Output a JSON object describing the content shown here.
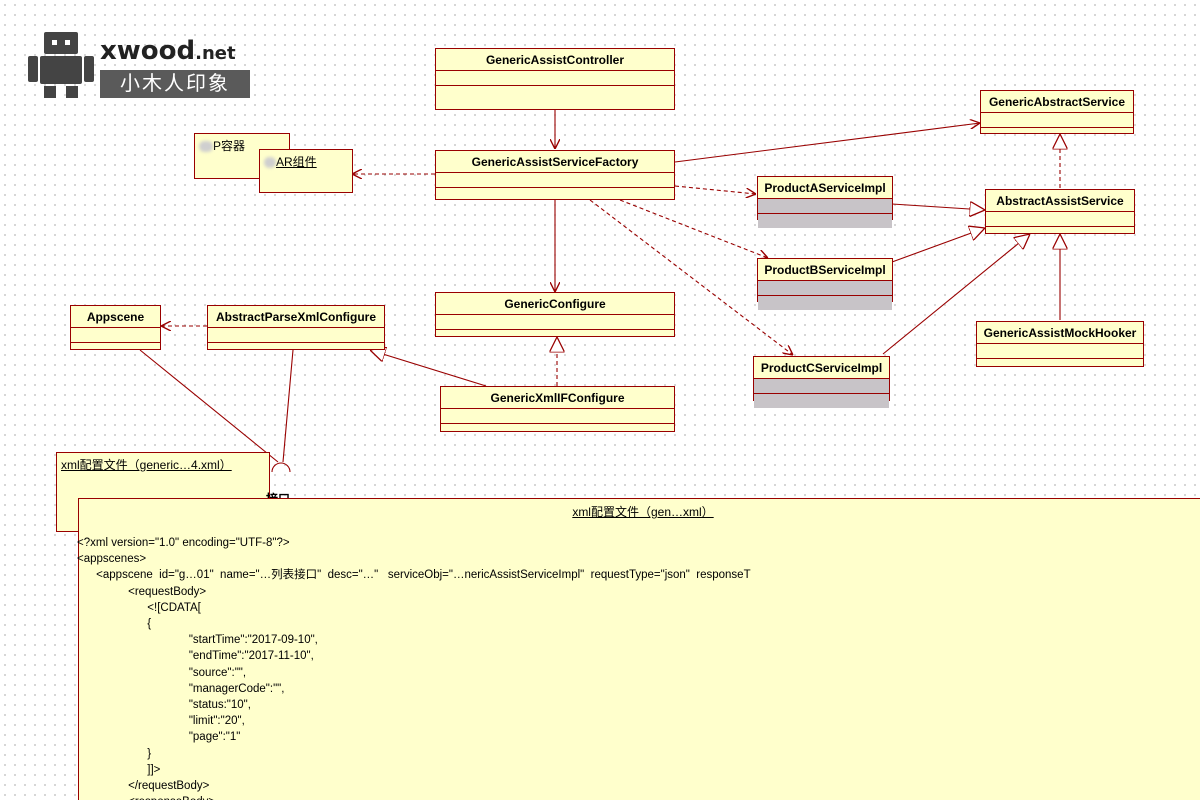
{
  "logo": {
    "brand_main": "xwood",
    "brand_tld": ".net",
    "subtitle": "小木人印象"
  },
  "classes": {
    "controller": "GenericAssistController",
    "factory": "GenericAssistServiceFactory",
    "abstract_service": "GenericAbstractService",
    "assist_service": "AbstractAssistService",
    "product_a": "ProductAServiceImpl",
    "product_b": "ProductBServiceImpl",
    "product_c": "ProductCServiceImpl",
    "mock_hooker": "GenericAssistMockHooker",
    "configure": "GenericConfigure",
    "xml_if_configure": "GenericXmlIFConfigure",
    "parse_xml_configure": "AbstractParseXmlConfigure",
    "appscene": "Appscene"
  },
  "packages": {
    "container": "P容器",
    "component": "AR组件"
  },
  "interface_label": "接口",
  "notes": {
    "small_title": "xml配置文件（generic…4.xml）",
    "big_title": "xml配置文件（gen…xml）",
    "xml_lines": [
      "<?xml version=\"1.0\" encoding=\"UTF-8\"?>",
      "<appscenes>",
      "      <appscene  id=\"g…01\"  name=\"…列表接口\"  desc=\"…\"   serviceObj=\"…nericAssistServiceImpl\"  requestType=\"json\"  responseT",
      "                <requestBody>",
      "                      <![CDATA[",
      "                      {",
      "                                   \"startTime\":\"2017-09-10\",",
      "                                   \"endTime\":\"2017-11-10\",",
      "                                   \"source\":\"\",",
      "                                   \"managerCode\":\"\",",
      "                                   \"status:\"10\",",
      "                                   \"limit\":\"20\",",
      "                                   \"page\":\"1\"",
      "                      }",
      "                      ]]>",
      "                </requestBody>",
      "                <responseBody>"
    ]
  },
  "colors": {
    "box_fill": "#ffffcc",
    "box_border": "#990000",
    "impl_fill": "#c8c4c8"
  }
}
